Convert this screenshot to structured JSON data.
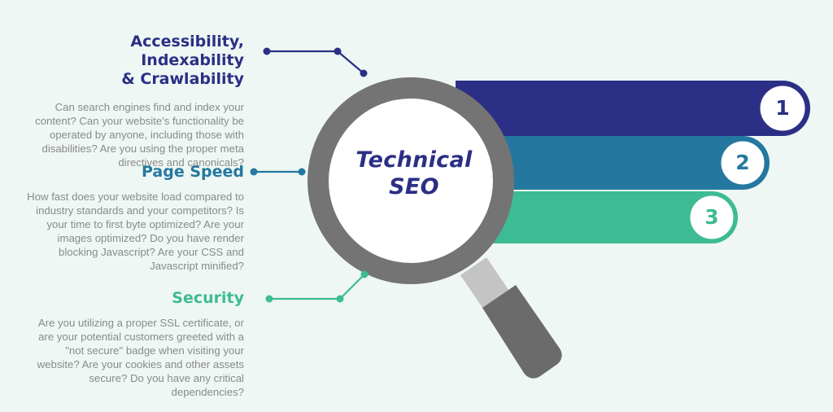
{
  "colors": {
    "background": "#eef7f3",
    "navy": "#2b2f85",
    "teal": "#24789f",
    "green": "#3dbb94",
    "glass_ring": "#747474",
    "handle_light": "#c4c4c4",
    "handle_dark": "#6b6b6b",
    "description_text": "#8a8a8a"
  },
  "center": {
    "title_line1": "Technical",
    "title_line2": "SEO"
  },
  "sections": [
    {
      "number": "1",
      "heading_line1": "Accessibility, Indexability",
      "heading_line2": "& Crawlability",
      "description": "Can search engines find and index your content? Can your website's functionality be operated by anyone, including those with disabilities? Are you using the proper meta directives and canonicals?"
    },
    {
      "number": "2",
      "heading_line1": "Page Speed",
      "description": "How fast does your website load compared to industry standards and your competitors? Is your time to first byte optimized? Are your images optimized? Do you have render blocking Javascript? Are your CSS and Javascript minified?"
    },
    {
      "number": "3",
      "heading_line1": "Security",
      "description": "Are you utilizing a proper SSL certificate, or are your potential customers greeted with a \"not secure\" badge when visiting your website? Are your cookies and other assets secure? Do you have any critical dependencies?"
    }
  ]
}
